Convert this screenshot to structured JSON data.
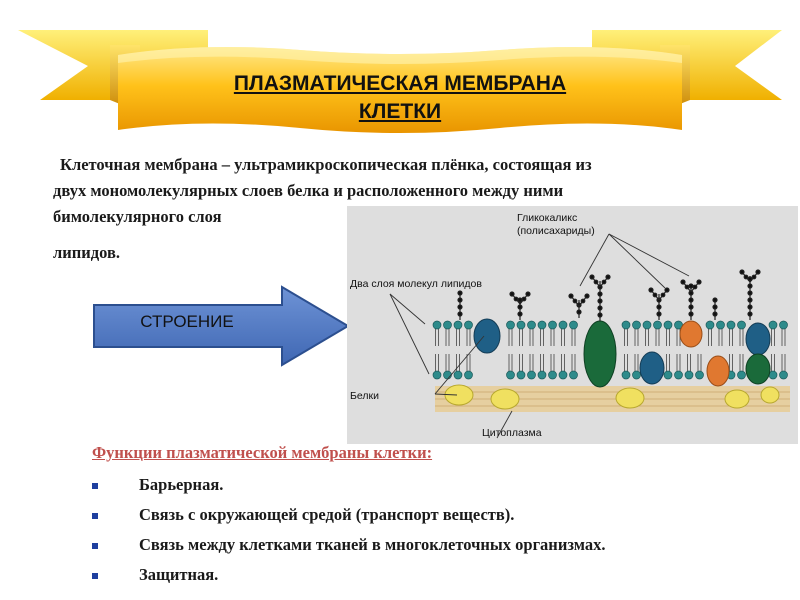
{
  "header": {
    "title_line1": "ПЛАЗМАТИЧЕСКАЯ МЕМБРАНА",
    "title_line2": "КЛЕТКИ"
  },
  "intro": {
    "line1": "Клеточная мембрана – ультрамикроскопическая плёнка, состоящая из",
    "line2": "двух мономолекулярных слоев белка и расположенного между ними",
    "line3": "бимолекулярного слоя",
    "line4": "липидов."
  },
  "arrow": {
    "label": "СТРОЕНИЕ"
  },
  "diagram": {
    "label_glycocalyx_1": "Гликокаликс",
    "label_glycocalyx_2": "(полисахариды)",
    "label_lipids": "Два слоя молекул липидов",
    "label_proteins": "Белки",
    "label_cytoplasm": "Цитоплазма"
  },
  "functions": {
    "title": "Функции плазматической мембраны клетки:",
    "items": [
      "Барьерная.",
      "Связь с окружающей средой (транспорт веществ).",
      "Связь между клетками тканей в многоклеточных организмах.",
      "Защитная."
    ]
  },
  "colors": {
    "banner_gold": "#f5a800",
    "arrow_blue": "#4f78c4",
    "functions_title": "#c0504d",
    "bullet": "#1f3f9f",
    "diagram_bg": "#dcdcdc",
    "head_teal": "#2e8b8b",
    "protein_blue": "#1f5f86",
    "protein_green": "#1a6a3a",
    "protein_orange": "#e07830",
    "protein_yellow": "#f0e060"
  }
}
